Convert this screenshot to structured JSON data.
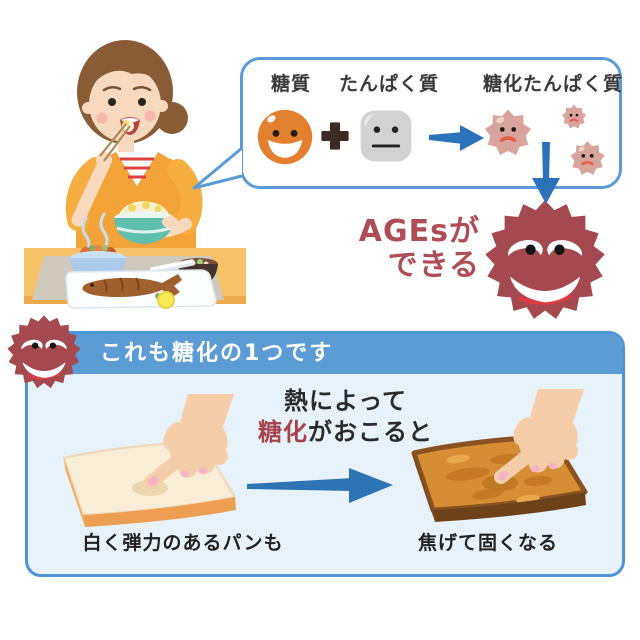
{
  "bubble": {
    "sugar_label": "糖質",
    "plus_sign": "+",
    "protein_label": "たんぱく質",
    "glycated_protein_label": "糖化たんぱく質"
  },
  "ages_caption": {
    "line1": "AGEsが",
    "line2": "できる"
  },
  "info_box": {
    "header": "これも糖化の1つです",
    "heat_caption_line1": "熱によって",
    "heat_caption_highlight": "糖化",
    "heat_caption_suffix": "がおこると",
    "white_bread_label": "白く弾力のあるパンも",
    "toast_label": "焦げて固くなる"
  },
  "colors": {
    "accent_blue_border": "#4E94D6",
    "header_blue": "#5B9CD5",
    "box_background": "#E8F2FA",
    "arrow_blue": "#2B72B8",
    "ages_red": "#A44950",
    "ages_text_red": "#AF4D57",
    "highlight_red": "#A6434C",
    "sugar_orange": "#E2802F",
    "protein_gray": "#D2D2D2",
    "glycated_pink": "#D9A49D"
  }
}
